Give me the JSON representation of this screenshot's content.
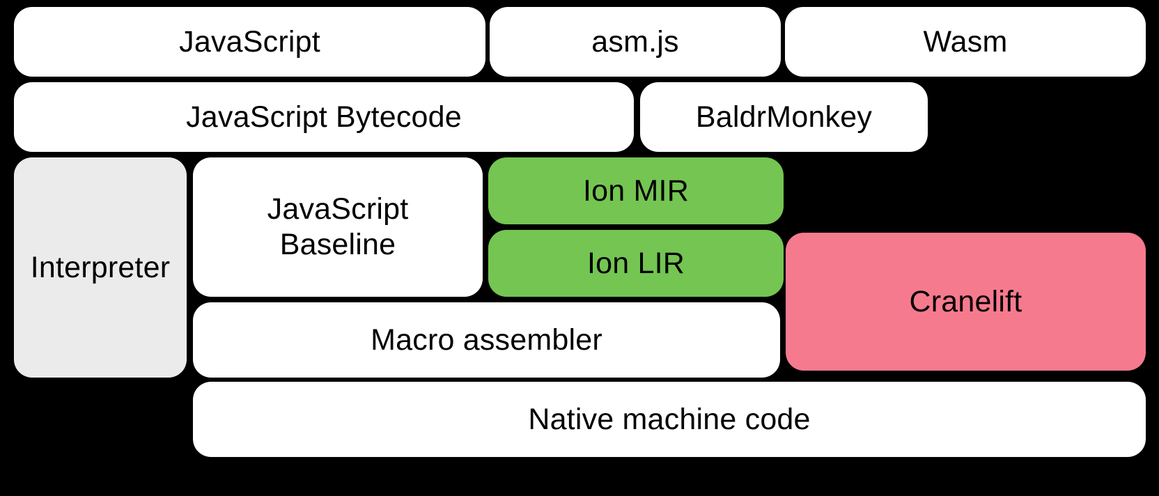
{
  "diagram": {
    "title": "SpiderMonkey compilation pipeline",
    "background_color": "#000000",
    "colors": {
      "default": "#ffffff",
      "gray": "#ebebeb",
      "green": "#74c552",
      "pink": "#f67a8e",
      "text": "#000000"
    },
    "rows": [
      {
        "name": "source-languages",
        "boxes": [
          {
            "label": "JavaScript",
            "color": "default"
          },
          {
            "label": "asm.js",
            "color": "default"
          },
          {
            "label": "Wasm",
            "color": "default"
          }
        ]
      },
      {
        "name": "front-end-representations",
        "boxes": [
          {
            "label": "JavaScript Bytecode",
            "color": "default"
          },
          {
            "label": "BaldrMonkey",
            "color": "default"
          }
        ]
      },
      {
        "name": "execution-tiers",
        "boxes": [
          {
            "label": "Interpreter",
            "color": "gray"
          },
          {
            "label": "JavaScript\nBaseline",
            "color": "default"
          },
          {
            "label": "Ion MIR",
            "color": "green"
          },
          {
            "label": "Ion LIR",
            "color": "green"
          },
          {
            "label": "Cranelift",
            "color": "pink"
          },
          {
            "label": "Macro assembler",
            "color": "default"
          }
        ]
      },
      {
        "name": "output",
        "boxes": [
          {
            "label": "Native machine code",
            "color": "default"
          }
        ]
      }
    ],
    "nodes": {
      "javascript": "JavaScript",
      "asmjs": "asm.js",
      "wasm": "Wasm",
      "javascript_bytecode": "JavaScript Bytecode",
      "baldrmonkey": "BaldrMonkey",
      "interpreter": "Interpreter",
      "javascript_baseline": "JavaScript\nBaseline",
      "ion_mir": "Ion MIR",
      "ion_lir": "Ion LIR",
      "cranelift": "Cranelift",
      "macro_assembler": "Macro assembler",
      "native_machine_code": "Native machine code"
    }
  }
}
